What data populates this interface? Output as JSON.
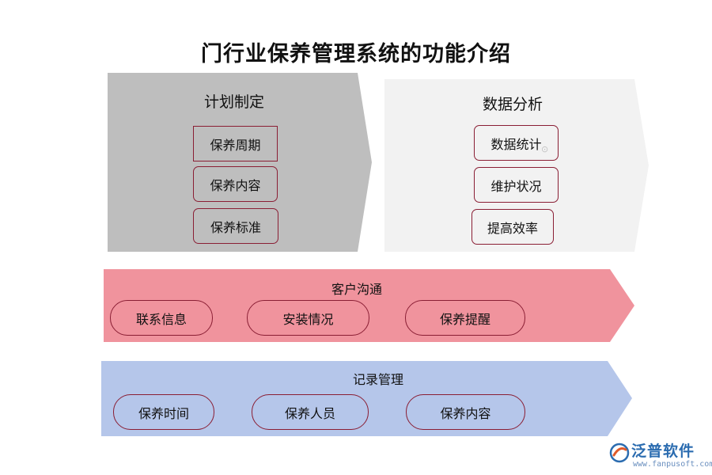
{
  "title": "门行业保养管理系统的功能介绍",
  "panels": {
    "plan": {
      "title": "计划制定",
      "items": [
        "保养周期",
        "保养内容",
        "保养标准"
      ],
      "color": "#bebebe"
    },
    "data": {
      "title": "数据分析",
      "items": [
        "数据统计",
        "维护状况",
        "提高效率"
      ],
      "color": "#f2f2f2"
    },
    "customer": {
      "title": "客户沟通",
      "items": [
        "联系信息",
        "安装情况",
        "保养提醒"
      ],
      "color": "#f0939d"
    },
    "record": {
      "title": "记录管理",
      "items": [
        "保养时间",
        "保养人员",
        "保养内容"
      ],
      "color": "#b5c6ea"
    }
  },
  "box_border_color": "#8a1e34",
  "logo": {
    "name": "泛普软件",
    "url": "www.fanpusoft.com",
    "icon": "fanpu-logo-icon"
  }
}
